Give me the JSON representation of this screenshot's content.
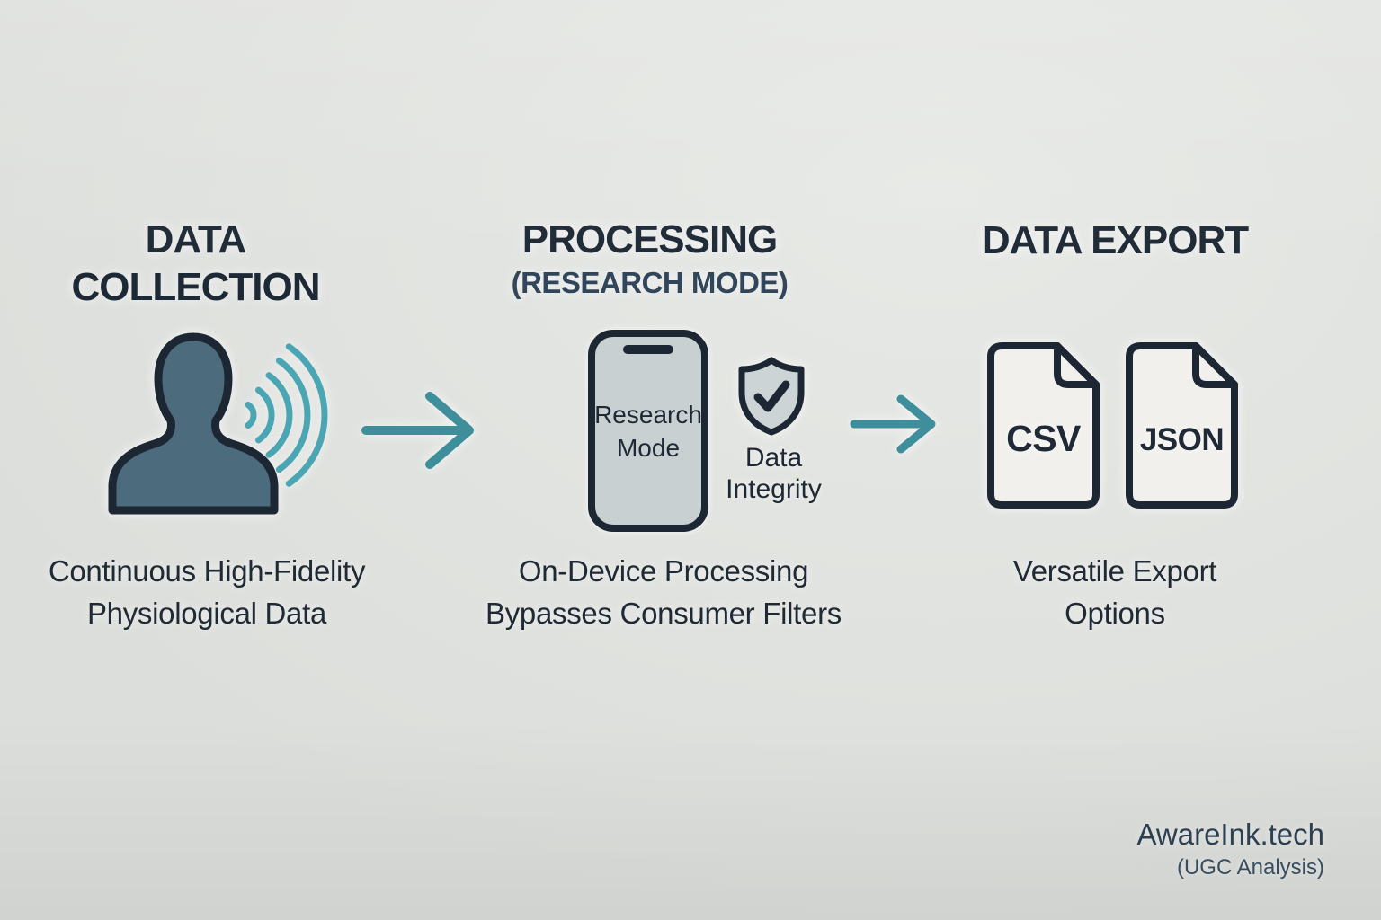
{
  "colors": {
    "background": "#e1e3e0",
    "heading": "#1e2936",
    "subheading": "#31465a",
    "caption_text": "#202a35",
    "outline_dark_navy": "#1c2733",
    "person_fill": "#4c6c7e",
    "wave_teal": "#4ba6b4",
    "arrow_teal": "#3e8e9b",
    "phone_fill": "#c9d0d2",
    "shield_fill": "#cdd4d6",
    "file_fill": "#f1f0ec",
    "watermark_text": "#2d4255"
  },
  "stages": [
    {
      "title_line1": "DATA",
      "title_line2": "COLLECTION",
      "icon": "person-voice-icon",
      "caption_line1": "Continuous High-Fidelity",
      "caption_line2": "Physiological Data"
    },
    {
      "title_line1": "PROCESSING",
      "subtitle": "(RESEARCH MODE)",
      "phone_label_line1": "Research",
      "phone_label_line2": "Mode",
      "shield_label_line1": "Data",
      "shield_label_line2": "Integrity",
      "caption_line1": "On-Device Processing",
      "caption_line2": "Bypasses Consumer Filters"
    },
    {
      "title_line1": "DATA EXPORT",
      "file_labels": [
        "CSV",
        "JSON"
      ],
      "caption_line1": "Versatile Export",
      "caption_line2": "Options"
    }
  ],
  "footer": {
    "brand": "AwareInk.tech",
    "brand_sub": "(UGC Analysis)"
  }
}
